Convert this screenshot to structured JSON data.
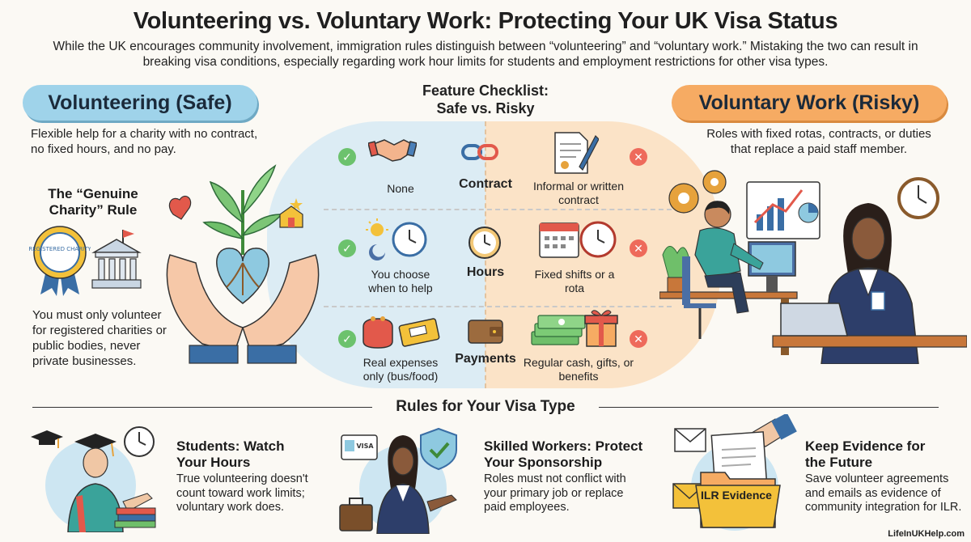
{
  "header": {
    "title": "Volunteering vs. Voluntary Work: Protecting Your UK Visa Status",
    "subtitle": "While the UK encourages community involvement, immigration rules distinguish between “volunteering” and “voluntary work.” Mistaking the two can result in breaking visa conditions, especially regarding work hour limits for students and employment restrictions for other visa types."
  },
  "safe": {
    "label": "Volunteering (Safe)",
    "description": "Flexible help for a charity with no contract, no fixed hours, and no pay.",
    "charity_rule_title": "The “Genuine Charity” Rule",
    "seal_text": "REGISTERED CHARITY",
    "charity_rule_text": "You must only volunteer for registered charities or public bodies, never private businesses."
  },
  "risky": {
    "label": "Voluntary Work (Risky)",
    "description": "Roles with fixed rotas, contracts, or duties that replace a paid staff member."
  },
  "checklist": {
    "title_line1": "Feature Checklist:",
    "title_line2": "Safe vs. Risky",
    "rows": [
      {
        "feature": "Contract",
        "safe": "None",
        "risky": "Informal or written contract"
      },
      {
        "feature": "Hours",
        "safe": "You choose when to help",
        "risky": "Fixed shifts or a rota"
      },
      {
        "feature": "Payments",
        "safe": "Real expenses only (bus/food)",
        "risky": "Regular cash, gifts, or benefits"
      }
    ]
  },
  "rules": {
    "title": "Rules for Your Visa Type",
    "cards": [
      {
        "title": "Students: Watch Your Hours",
        "text": "True volunteering doesn't count toward work limits; voluntary work does."
      },
      {
        "title": "Skilled Workers: Protect Your Sponsorship",
        "text": "Roles must not conflict with your primary job or replace paid employees.",
        "badge": "VISA"
      },
      {
        "title": "Keep Evidence for the Future",
        "text": "Save volunteer agreements and emails as evidence of community integration for ILR.",
        "folder_label": "ILR Evidence"
      }
    ]
  },
  "footer": {
    "credit": "LifeInUKHelp.com"
  },
  "colors": {
    "safe": "#9fd3ea",
    "risky": "#f6ab63",
    "check": "#6cc26d",
    "cross": "#ee6a5b"
  }
}
